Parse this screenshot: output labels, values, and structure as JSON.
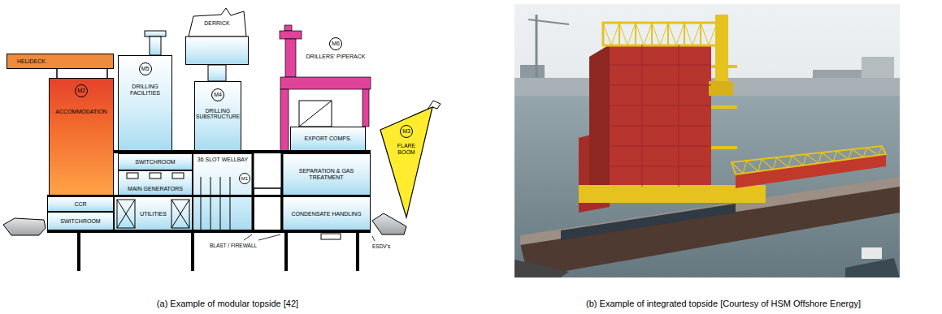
{
  "diagram": {
    "nodes": [
      {
        "text": [
          "HELIDECK"
        ]
      },
      {
        "text": [
          "M2",
          "ACCOMMODATION"
        ]
      },
      {
        "text": [
          "M5",
          "DRILLING FACILITIES"
        ]
      },
      {
        "text": [
          "DERRICK"
        ]
      },
      {
        "text": [
          "M4",
          "DRILLING SUBSTRUCTURE"
        ]
      },
      {
        "text": [
          "M6",
          "DRILLERS' PIPERACK"
        ]
      },
      {
        "text": [
          "EXPORT COMPS."
        ]
      },
      {
        "text": [
          "M3",
          "FLARE BOOM"
        ]
      },
      {
        "text": [
          "SWITCHROOM"
        ]
      },
      {
        "text": [
          "MAIN GENERATORS"
        ]
      },
      {
        "text": [
          "36 SLOT WELLBAY"
        ]
      },
      {
        "text": [
          "SEPARATION & GAS TREATMENT"
        ]
      },
      {
        "text": [
          "CCR"
        ]
      },
      {
        "text": [
          "SWITCHROOM"
        ]
      },
      {
        "text": [
          "UTILITIES"
        ]
      },
      {
        "text": [
          "CONDENSATE HANDLING"
        ]
      }
    ],
    "labels": [
      "M1",
      "BLAST / FIREWALL",
      "ESDV's",
      "(a) Example of modular topside [42]",
      "(b) Example of integrated topside [Courtesy of HSM Offshore Energy]"
    ]
  }
}
